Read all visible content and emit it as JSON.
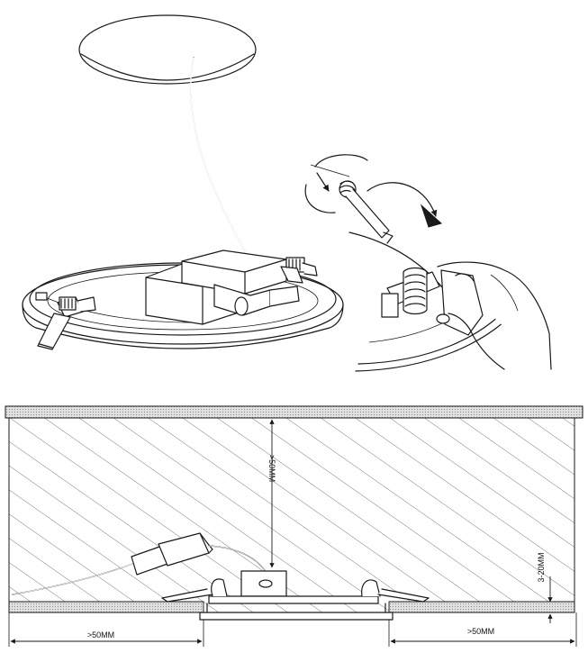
{
  "dimensions": {
    "left_clearance": ">50MM",
    "right_clearance": ">50MM",
    "depth_clearance": ">50MM",
    "ceiling_thickness": "3-20MM"
  },
  "colors": {
    "line": "#1a1a1a",
    "hatch": "#5a5a5a",
    "ceiling": "#d9d9d9",
    "background": "#ffffff"
  }
}
